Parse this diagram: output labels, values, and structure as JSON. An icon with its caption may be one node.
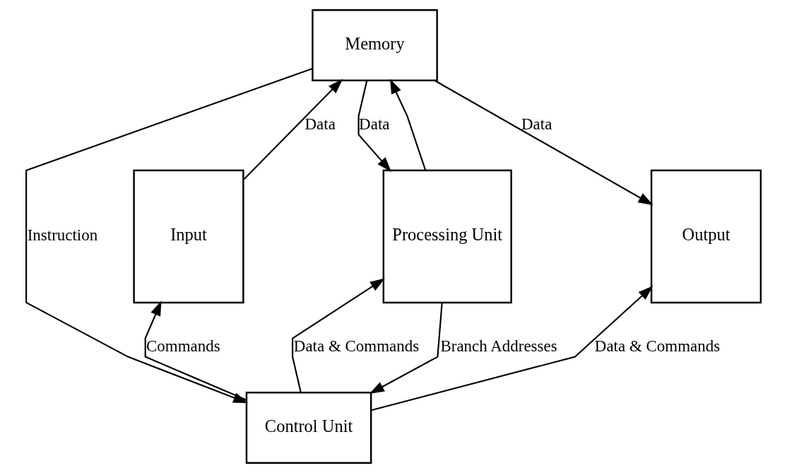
{
  "diagram": {
    "nodes": [
      {
        "text": [
          "Memory"
        ]
      },
      {
        "text": [
          "Input"
        ]
      },
      {
        "text": [
          "Processing Unit"
        ]
      },
      {
        "text": [
          "Output"
        ]
      },
      {
        "text": [
          "Control Unit"
        ]
      }
    ],
    "edges": [
      {
        "from": 1,
        "to": 0,
        "arrow": "to",
        "label": "Data"
      },
      {
        "from": 0,
        "to": 3,
        "arrow": "to",
        "label": "Data"
      },
      {
        "from": 0,
        "to": 4,
        "arrow": "to",
        "label": "Instruction"
      },
      {
        "from": 2,
        "to": 0,
        "arrow": "to"
      },
      {
        "from": 0,
        "to": 2,
        "arrow": "to",
        "label": "Data"
      },
      {
        "from": 2,
        "to": 4,
        "arrow": "to",
        "label": "Branch Addresses"
      },
      {
        "from": 4,
        "to": 2,
        "arrow": "to",
        "label": "Data & Commands"
      },
      {
        "from": 4,
        "to": 1,
        "arrow": "to",
        "label": "Commands"
      },
      {
        "from": 4,
        "to": 3,
        "arrow": "to",
        "label": "Data & Commands"
      }
    ]
  }
}
